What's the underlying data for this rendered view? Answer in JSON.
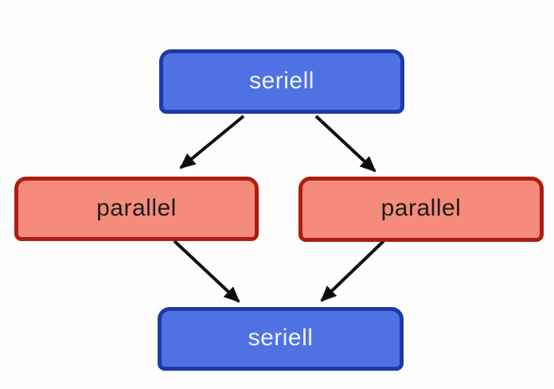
{
  "page": {
    "background": "#fdfdfd"
  },
  "diagram": {
    "nodes": [
      {
        "id": "seriell-top",
        "label": "seriell",
        "kind": "serial",
        "fill": "#4e72e4",
        "border": "#1c3aa8",
        "text_color": "#eef3fe"
      },
      {
        "id": "parallel-left",
        "label": "parallel",
        "kind": "parallel",
        "fill": "#f58b7b",
        "border": "#ad1d10",
        "text_color": "#1b1b1b"
      },
      {
        "id": "parallel-right",
        "label": "parallel",
        "kind": "parallel",
        "fill": "#f58b7b",
        "border": "#ad1d10",
        "text_color": "#1b1b1b"
      },
      {
        "id": "seriell-bottom",
        "label": "seriell",
        "kind": "serial",
        "fill": "#4e72e4",
        "border": "#1c3aa8",
        "text_color": "#eef3fe"
      }
    ],
    "edges": [
      {
        "from": "seriell-top",
        "to": "parallel-left"
      },
      {
        "from": "seriell-top",
        "to": "parallel-right"
      },
      {
        "from": "parallel-left",
        "to": "seriell-bottom"
      },
      {
        "from": "parallel-right",
        "to": "seriell-bottom"
      }
    ],
    "edge_color": "#0d0d0d"
  }
}
